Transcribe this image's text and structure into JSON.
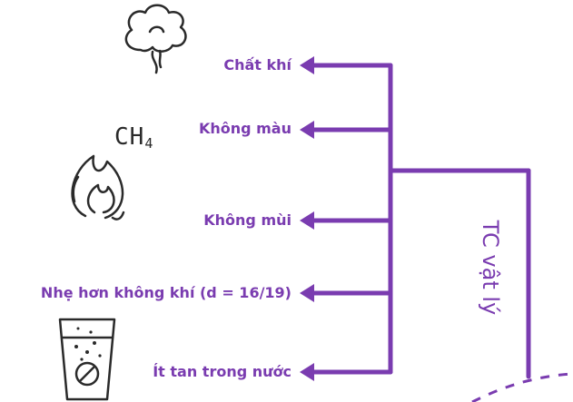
{
  "branch": {
    "title": "TC vật lý",
    "color": "#7a3cb0"
  },
  "properties": [
    {
      "label": "Chất khí",
      "icon": "smoke-icon"
    },
    {
      "label": "Không màu",
      "icon": "flame-icon"
    },
    {
      "label": "Không mùi",
      "icon": "flame-icon"
    },
    {
      "label": "Nhẹ hơn không khí (d = 16/19)",
      "icon": ""
    },
    {
      "label": "Ít tan trong nước",
      "icon": "glass-of-water-icon"
    }
  ],
  "formula": {
    "main": "CH",
    "subscript": "4"
  }
}
